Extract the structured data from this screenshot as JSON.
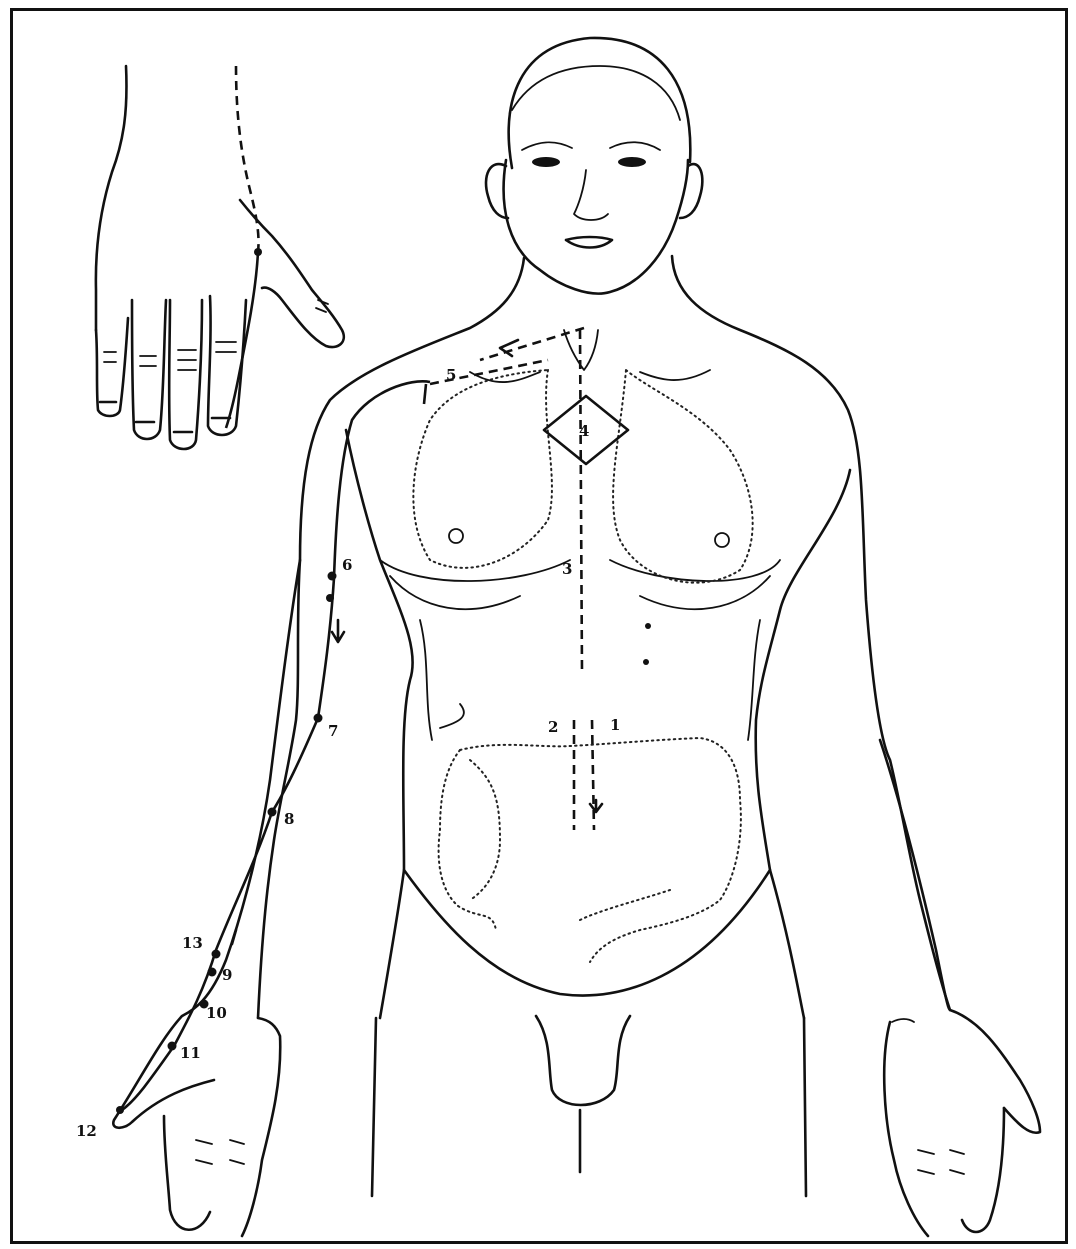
{
  "figure": {
    "point_labels": [
      "1",
      "2",
      "3",
      "4",
      "5",
      "6",
      "7",
      "8",
      "9",
      "10",
      "11",
      "12",
      "13"
    ]
  }
}
